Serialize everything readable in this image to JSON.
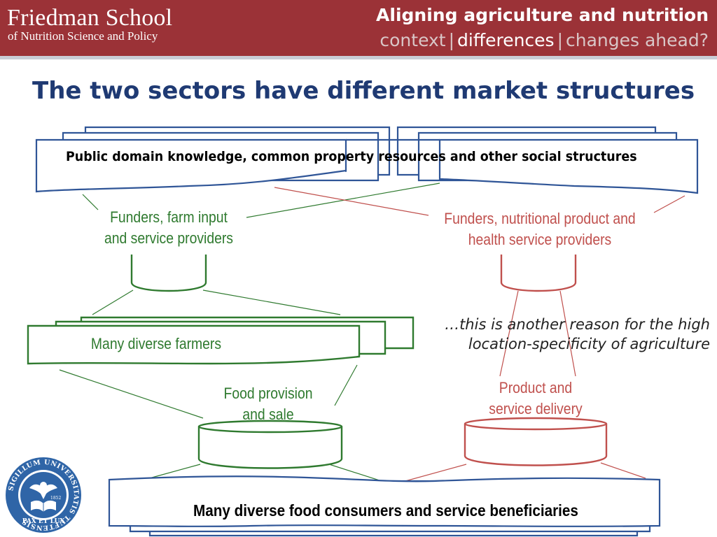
{
  "header": {
    "logo_main": "Friedman School",
    "logo_sub": "of Nutrition Science and Policy",
    "title": "Aligning agriculture and nutrition",
    "nav": [
      {
        "label": "context",
        "active": false
      },
      {
        "label": "differences",
        "active": true
      },
      {
        "label": "changes ahead?",
        "active": false
      }
    ],
    "nav_separator": "|"
  },
  "slide_title": "The two sectors have different market structures",
  "diagram": {
    "public_domain": "Public domain knowledge, common property resources and other social structures",
    "agri_funders_line1": "Funders, farm input",
    "agri_funders_line2": "and service providers",
    "nutri_funders_line1": "Funders, nutritional product and",
    "nutri_funders_line2": "health service providers",
    "farmers": "Many diverse farmers",
    "food_provision_line1": "Food provision",
    "food_provision_line2": "and sale",
    "product_delivery_line1": "Product and",
    "product_delivery_line2": "service delivery",
    "consumers": "Many diverse food consumers and service beneficiaries",
    "annotation_line1": "…this is another reason for the high",
    "annotation_line2": "location-specificity of agriculture"
  },
  "seal": {
    "text": "SIGILLUM UNIVERSITATIS TUFTENSIS",
    "motto": "PAX ET LUX",
    "year": "1852"
  },
  "colors": {
    "header_bg": "#9b3237",
    "title": "#1f3a73",
    "box_border": "#2f5597",
    "agriculture": "#2f7a2f",
    "nutrition": "#c0504d"
  }
}
